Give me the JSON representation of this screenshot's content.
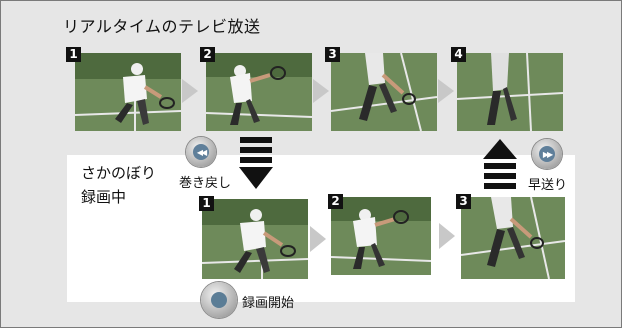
{
  "heading": "リアルタイムのテレビ放送",
  "top_row": {
    "frames": [
      {
        "number": "1"
      },
      {
        "number": "2"
      },
      {
        "number": "3"
      },
      {
        "number": "4"
      }
    ]
  },
  "bottom_section": {
    "title_line1": "さかのぼり",
    "title_line2": "録画中",
    "frames": [
      {
        "number": "1"
      },
      {
        "number": "2"
      },
      {
        "number": "3"
      }
    ]
  },
  "controls": {
    "rewind_label": "巻き戻し",
    "fast_forward_label": "早送り",
    "record_start_label": "録画開始",
    "rewind_icon": "rewind-icon",
    "fast_forward_icon": "fast-forward-icon",
    "record_icon": "record-icon"
  },
  "colors": {
    "background": "#e6e6e6",
    "panel": "#ffffff",
    "arrow_gray": "#c8c8c8",
    "button_blue": "#5f7f9a"
  }
}
